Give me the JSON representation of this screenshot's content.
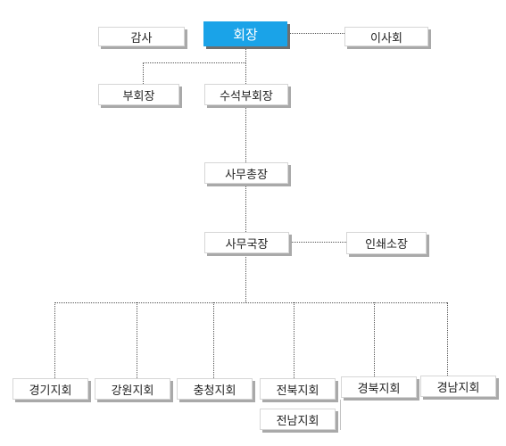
{
  "org": {
    "president": "회장",
    "auditor": "감사",
    "board": "이사회",
    "vice_president": "부회장",
    "senior_vice_president": "수석부회장",
    "secretary_general": "사무총장",
    "office_director": "사무국장",
    "print_center": "인쇄소장",
    "branches": [
      "경기지회",
      "강원지회",
      "충청지회",
      "전북지회",
      "경북지회",
      "경남지회",
      "전남지회"
    ]
  },
  "colors": {
    "head_fill": "#1aa3e8",
    "box_fill": "#ffffff",
    "shadow": "#a9a9a9",
    "connector": "#555555"
  }
}
